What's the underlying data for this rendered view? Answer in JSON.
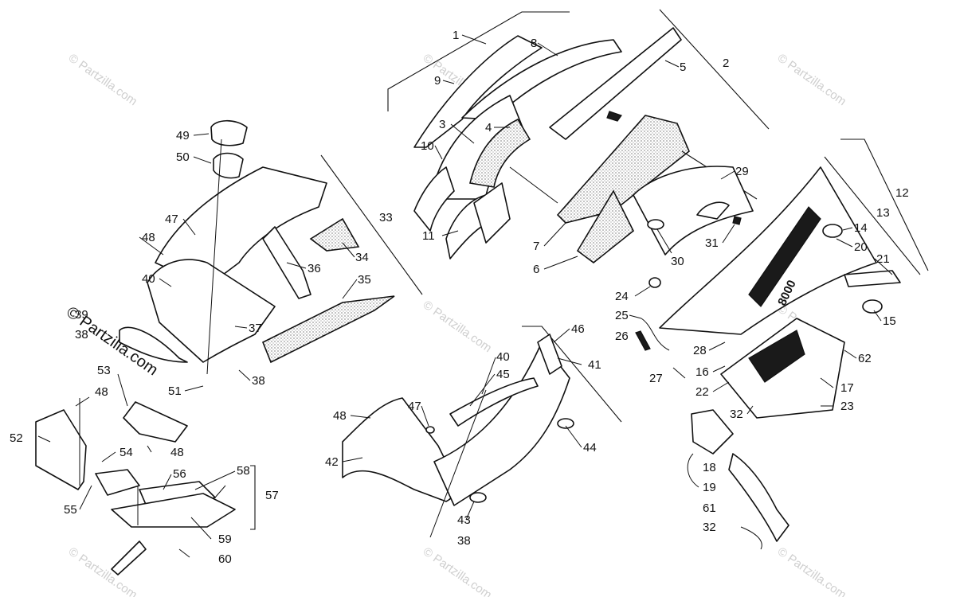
{
  "watermark": {
    "text": "© Partzilla.com"
  },
  "callouts": {
    "c1": "1",
    "c2": "2",
    "c3": "3",
    "c4": "4",
    "c5": "5",
    "c6": "6",
    "c7": "7",
    "c8": "8",
    "c9": "9",
    "c10": "10",
    "c11": "11",
    "c12": "12",
    "c13": "13",
    "c14": "14",
    "c15": "15",
    "c16": "16",
    "c17": "17",
    "c18": "18",
    "c19": "19",
    "c20": "20",
    "c21": "21",
    "c22": "22",
    "c23": "23",
    "c24": "24",
    "c25": "25",
    "c26": "26",
    "c27": "27",
    "c28": "28",
    "c29": "29",
    "c30": "30",
    "c31": "31",
    "c32": "32",
    "c33": "33",
    "c34": "34",
    "c35": "35",
    "c36": "36",
    "c37": "37",
    "c38": "38",
    "c39": "39",
    "c40": "40",
    "c41": "41",
    "c42": "42",
    "c43": "43",
    "c44": "44",
    "c45": "45",
    "c46": "46",
    "c47": "47",
    "c48": "48",
    "c49": "49",
    "c50": "50",
    "c51": "51",
    "c52": "52",
    "c53": "53",
    "c54": "54",
    "c55": "55",
    "c56": "56",
    "c57": "57",
    "c58": "58",
    "c59": "59",
    "c60": "60",
    "c61": "61",
    "c62": "62"
  },
  "decal_text": {
    "model": "8000"
  }
}
